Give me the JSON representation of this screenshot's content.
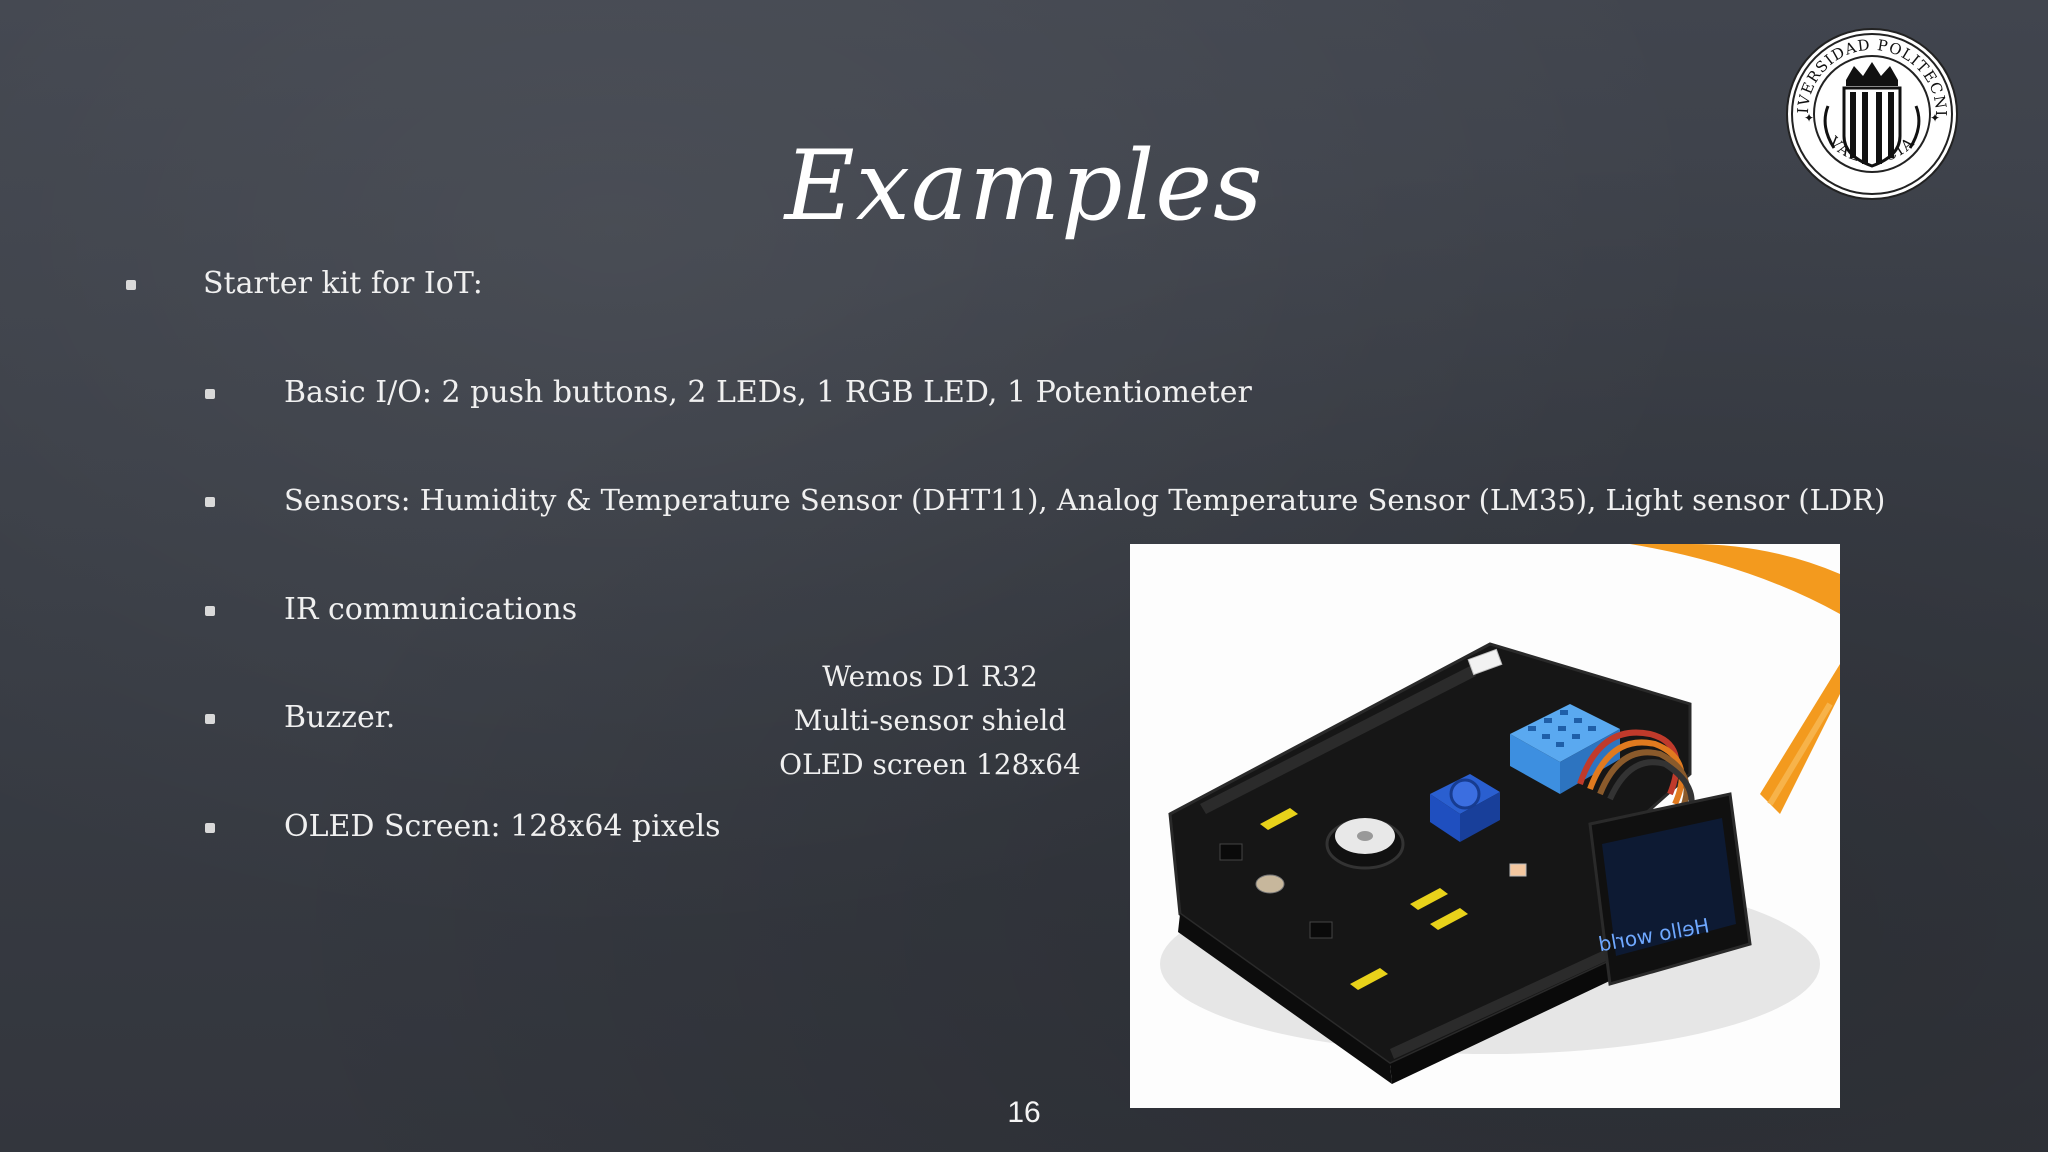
{
  "slide": {
    "title": "Examples",
    "page_number": "16",
    "logo": {
      "name": "university-seal",
      "text_top": "UNIVERSIDAD POLITECNICA",
      "text_bottom": "VALENCIA"
    }
  },
  "bullets": [
    {
      "level": 1,
      "text": "Starter kit for IoT:"
    },
    {
      "level": 2,
      "text": "Basic I/O: 2 push buttons, 2 LEDs, 1 RGB LED, 1 Potentiometer"
    },
    {
      "level": 2,
      "text": "Sensors: Humidity & Temperature Sensor (DHT11),  Analog Temperature Sensor (LM35), Light sensor (LDR)"
    },
    {
      "level": 2,
      "text": "IR communications"
    },
    {
      "level": 2,
      "text": "Buzzer."
    },
    {
      "level": 2,
      "text": "OLED Screen: 128x64 pixels"
    }
  ],
  "caption": {
    "line1": "Wemos D1 R32",
    "line2": "Multi-sensor shield",
    "line3": "OLED screen 128x64"
  },
  "photo": {
    "name": "multi-sensor-shield-photo",
    "oled_text": "Hello world"
  },
  "colors": {
    "background": "#3b3f47",
    "text": "#f0f0f0",
    "board": "#151515",
    "sensor_blue": "#3d8fe0",
    "pot_blue": "#1f4fbf",
    "cable_orange": "#f39a1e",
    "header_yellow": "#e8d21a"
  }
}
